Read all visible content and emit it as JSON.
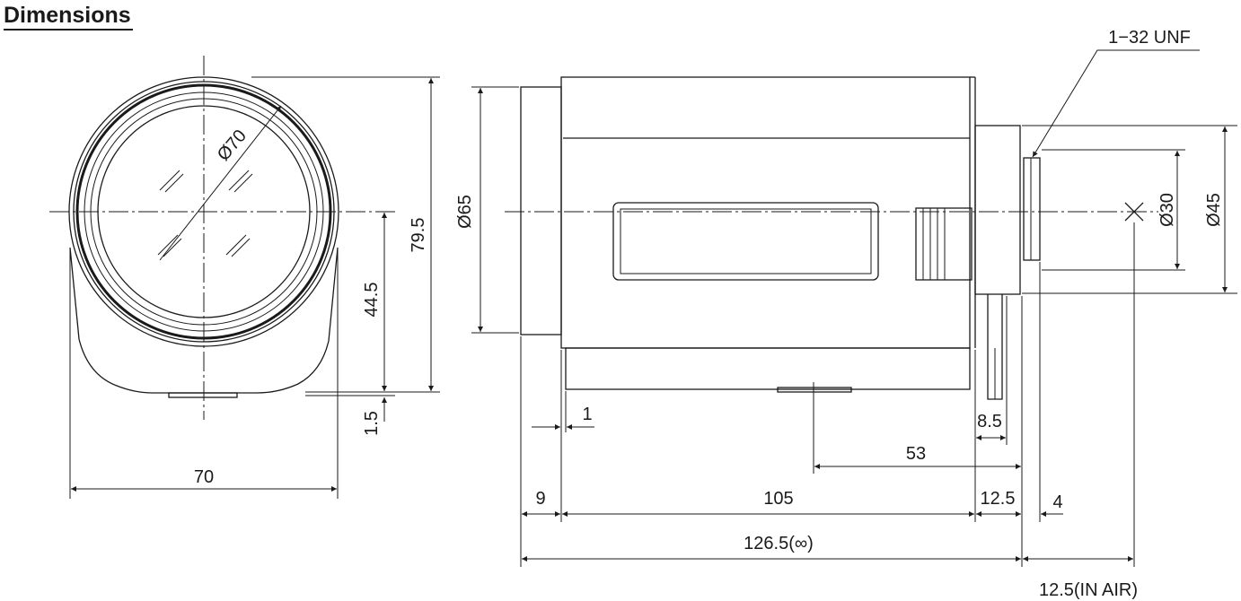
{
  "title": "Dimensions",
  "front_view": {
    "diameter_label": "Ø70",
    "height_total": "79.5",
    "height_axis": "44.5",
    "foot_offset": "1.5",
    "width": "70"
  },
  "side_view": {
    "diameter_body": "Ø65",
    "thread_label": "1−32 UNF",
    "diameter_mount": "Ø30",
    "diameter_flange": "Ø45",
    "dim_1": "1",
    "dim_8_5": "8.5",
    "dim_53": "53",
    "dim_9": "9",
    "dim_105": "105",
    "dim_12_5": "12.5",
    "dim_4": "4",
    "dim_total": "126.5(∞)",
    "dim_back_focus": "12.5(IN AIR)"
  }
}
